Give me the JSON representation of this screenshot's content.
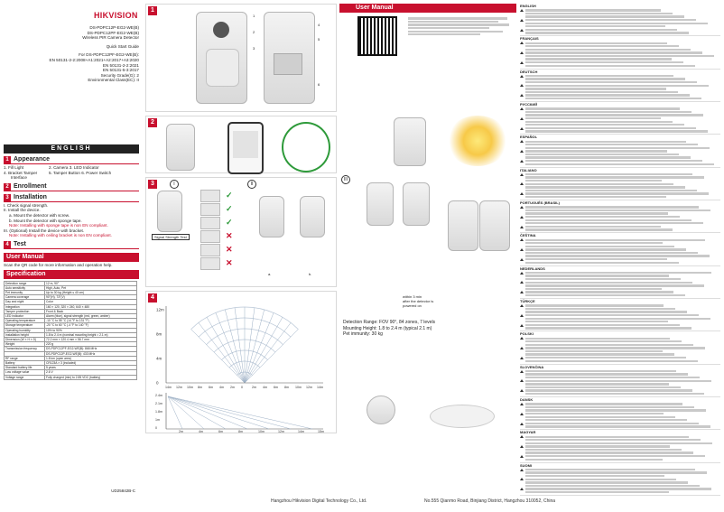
{
  "brand": "HIKVISION",
  "cover": {
    "models": [
      "DS-PDPC12P-EG2-WE(B)",
      "DS-PDPC12PF-EG2-WE(B)"
    ],
    "product": "Wireless PIR Camera Detector",
    "guide": "Quick Start Guide",
    "standards": [
      "For DS-PDPC12PF-EG2-WE(B):",
      "EN 50131-2-2:2008+A1:2021+A2:2017+A3:2020",
      "EN 50131-2-2:2021",
      "EN 50131-5-3:2017",
      "Security Grade(G): 2",
      "Environmental Class(EC): II"
    ]
  },
  "lang_english": "ENGLISH",
  "sections": {
    "appearance": {
      "num": "1",
      "title": "Appearance"
    },
    "enrollment": {
      "num": "2",
      "title": "Enrollment"
    },
    "installation": {
      "num": "3",
      "title": "Installation"
    },
    "test": {
      "num": "4",
      "title": "Test"
    }
  },
  "appearance_items": [
    "1. Fill Light",
    "2. Camera",
    "3. LED Indicator",
    "4. Bracket Tamper",
    "5. Tamper Button",
    "6. Power Switch",
    "Interface"
  ],
  "installation_steps": [
    "I. Check signal strength.",
    "II. Install the device.",
    "a. Mount the detector with screw.",
    "b. Mount the detector with sponge tape.",
    "Note: Installing with sponge tape is non EN compliant.",
    "III. (Optional) Install the device with bracket.",
    "Note: Installing with ceiling bracket is non EN compliant."
  ],
  "user_manual": {
    "title": "User Manual",
    "text": "Scan the QR code for more information and operation help."
  },
  "spec_title": "Specification",
  "spec": [
    [
      "Detection range",
      "12 m, 90°"
    ],
    [
      "Auto sensitivity",
      "High, Auto, Pet"
    ],
    [
      "Pet immunity",
      "Up to 30 kg (Height ≤ 40 cm)"
    ],
    [
      "Camera coverage",
      "90°(H), 73°(V)"
    ],
    [
      "Day and night",
      "Color"
    ],
    [
      "Integration",
      "160 × 120, 320 × 240, 640 × 480"
    ],
    [
      "Tamper protection",
      "Front & Back"
    ],
    [
      "LED indicator",
      "Alarm (blue), signal strength (red, green, amber)"
    ],
    [
      "Operating temperature",
      "-10 °C to 55 °C (14 °F to 131 °F)"
    ],
    [
      "Storage temperature",
      "-20 °C to 60 °C (-4 °F to 140 °F)"
    ],
    [
      "Operating humidity",
      "10% to 90%"
    ],
    [
      "Installation height",
      "1.8 to 2.4 m (nominal mounting height = 2.1 m)"
    ],
    [
      "Dimension (W × H × D)",
      "72.2 mm × 120.4 mm × 56.7 mm"
    ],
    [
      "Weight",
      "220 g"
    ],
    [
      "Transmission frequency",
      "DS-PDPC12PF-EG2-WE(B): 868 MHz"
    ],
    [
      "",
      "DS-PDPC12P-EG2-WE(B): 433 MHz"
    ],
    [
      "RF range",
      "1.8 km (open area)"
    ],
    [
      "Battery",
      "CR123A × 3 (included)"
    ],
    [
      "Standard battery life",
      "5 years"
    ],
    [
      "Low voltage value",
      "2.6 V"
    ],
    [
      "Voltage range",
      "Fully charged (min) to 2.85 VDC (battery)"
    ]
  ],
  "doc_code": "UD25842B-C",
  "panel_numbers": [
    "1",
    "2",
    "3",
    "4"
  ],
  "roman": [
    "I",
    "II",
    "III"
  ],
  "sub_ab": [
    "a.",
    "b."
  ],
  "signal_label": "Signal Strength Test",
  "callouts": [
    "1",
    "2",
    "3",
    "4",
    "5",
    "6"
  ],
  "test": {
    "range_text": "Detection Range: FOV 90°, 84 zones, 7 levels",
    "mount_text": "Mounting Height: 1.8 to 2.4 m (typical 2.1 m)",
    "pet_text": "Pet immunity: 30 kg",
    "within": "within 3 min",
    "after": "after the detector is",
    "powered": "powered on",
    "y_ticks_top": [
      "12m",
      "8m",
      "4m",
      "0"
    ],
    "x_ticks_top": [
      "0",
      "4m",
      "8m",
      "12m"
    ],
    "x_ticks_full": [
      "14m",
      "12m",
      "10m",
      "8m",
      "6m",
      "4m",
      "2m",
      "0",
      "2m",
      "4m",
      "6m",
      "8m",
      "10m",
      "12m",
      "14m"
    ],
    "y_ticks_bottom": [
      "2.4m",
      "2.1m",
      "1.8m",
      "1m",
      "0"
    ],
    "x_ticks_bottom": [
      "2m",
      "4m",
      "6m",
      "8m",
      "10m",
      "12m",
      "14m",
      "15m"
    ]
  },
  "languages": [
    "ENGLISH",
    "FRANÇAIS",
    "DEUTSCH",
    "РУССКИЙ",
    "ESPAÑOL",
    "ITALIANO",
    "PORTUGUÊS (BRASIL)",
    "ČEŠTINA",
    "NEDERLANDS",
    "TÜRKÇE",
    "POLSKI",
    "SLOVENČINA",
    "DANSK",
    "MAGYAR",
    "SUOMI"
  ],
  "footer": {
    "company": "Hangzhou Hikvision Digital Technology Co., Ltd.",
    "address": "No.555 Qianmo Road, Binjiang District, Hangzhou 310052, China"
  },
  "colors": {
    "accent": "#c8102e",
    "check": "#2e9a3a",
    "cross": "#c8102e"
  }
}
